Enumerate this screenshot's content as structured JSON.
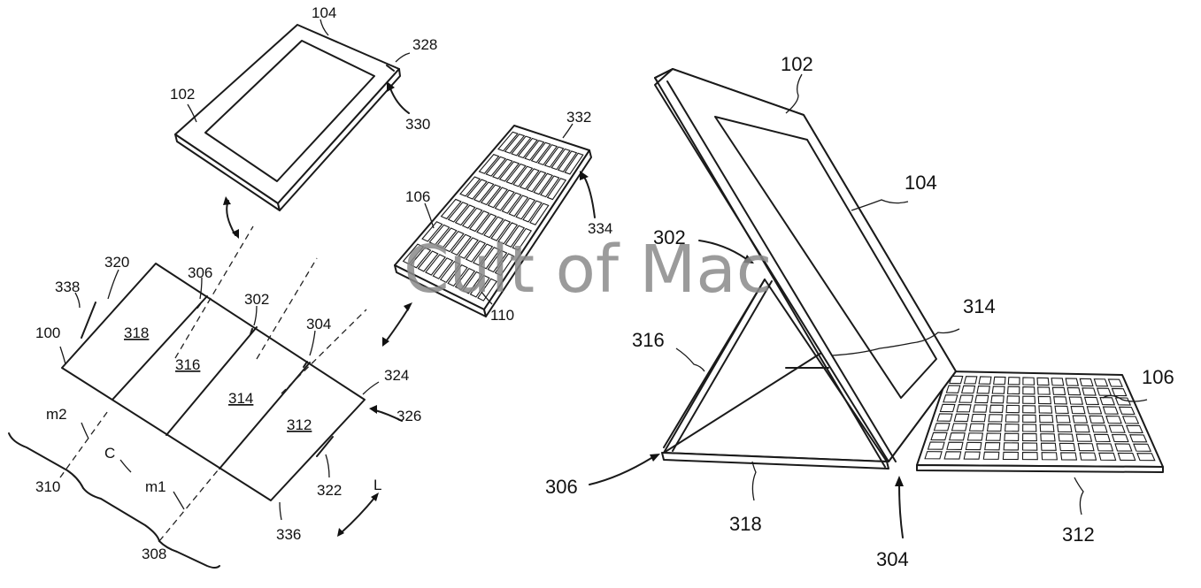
{
  "watermark": "Cult of Mac",
  "left_figure": {
    "labels": {
      "l104": "104",
      "l328": "328",
      "l102": "102",
      "l330": "330",
      "l332": "332",
      "l106": "106",
      "l334": "334",
      "l110": "110",
      "l320": "320",
      "l338": "338",
      "l306": "306",
      "l302": "302",
      "l304": "304",
      "l100": "100",
      "l318": "318",
      "l316": "316",
      "l314": "314",
      "l312": "312",
      "l324": "324",
      "l326": "326",
      "lm2": "m2",
      "lC": "C",
      "lm1": "m1",
      "l322": "322",
      "lL": "L",
      "l310": "310",
      "l308": "308",
      "l336": "336"
    }
  },
  "right_figure": {
    "labels": {
      "l102": "102",
      "l104": "104",
      "l302": "302",
      "l314": "314",
      "l316": "316",
      "l106": "106",
      "l306": "306",
      "l318": "318",
      "l304": "304",
      "l312": "312"
    }
  }
}
